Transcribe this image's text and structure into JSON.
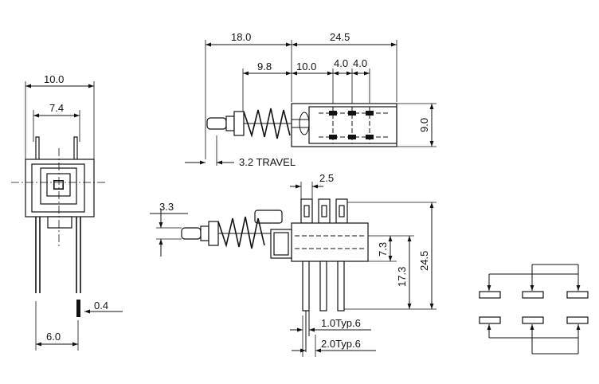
{
  "front_view": {
    "dim_width_outer": "10.0",
    "dim_width_inner": "7.4",
    "dim_pin_offset": "6.0",
    "dim_pin_thickness": "0.4"
  },
  "top_view": {
    "dim_stem_length": "18.0",
    "dim_body_length": "24.5",
    "dim_spring": "9.8",
    "dim_first_pitch": "10.0",
    "dim_pitch_a": "4.0",
    "dim_pitch_b": "4.0",
    "dim_height": "9.0",
    "dim_travel": "3.2 TRAVEL"
  },
  "side_view": {
    "dim_stem_dia": "3.3",
    "dim_terminal_width": "2.5",
    "dim_upper": "7.3",
    "dim_lower": "17.3",
    "dim_total": "24.5",
    "dim_pin_width": "1.0Typ.6",
    "dim_pin_pitch": "2.0Typ.6"
  },
  "schematic": {
    "contact_count": 6
  }
}
